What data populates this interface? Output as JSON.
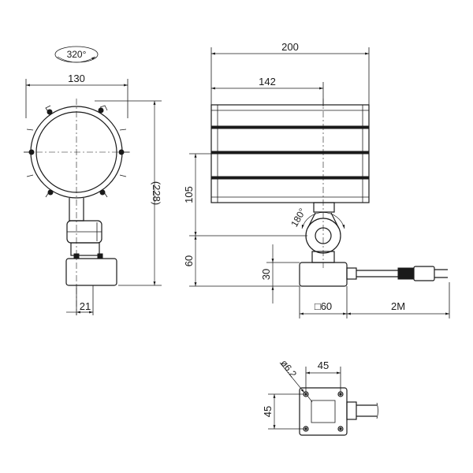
{
  "dimensions": {
    "rotation": "320°",
    "head_width": "130",
    "overall_height": "(228)",
    "base_offset": "21",
    "total_length": "200",
    "pivot_length": "142",
    "arm_height": "105",
    "tilt_angle": "180°",
    "base_height_60": "60",
    "base_height_30": "30",
    "base_square": "□60",
    "cord_length": "2M",
    "hole_pitch_x": "45",
    "hole_pitch_y": "45",
    "hole_diameter": "ø6.2"
  }
}
